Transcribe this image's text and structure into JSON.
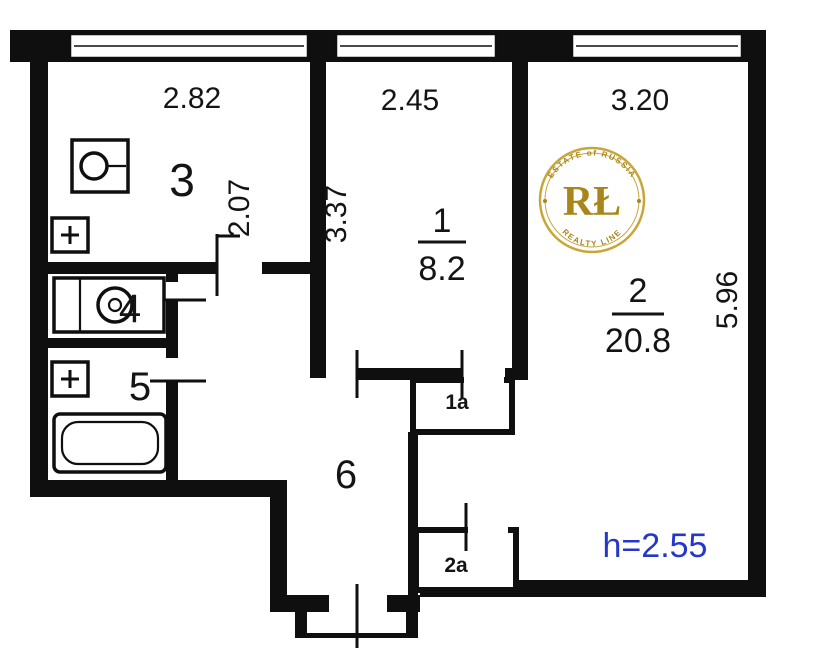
{
  "rooms": {
    "r1": {
      "number": "1",
      "area": "8.2"
    },
    "r2": {
      "number": "2",
      "area": "20.8"
    },
    "r3": {
      "number": "3"
    },
    "r4": {
      "number": "4"
    },
    "r5": {
      "number": "5"
    },
    "r6": {
      "number": "6"
    },
    "r1a": {
      "number": "1a"
    },
    "r2a": {
      "number": "2a"
    }
  },
  "dimensions": {
    "room3_width": "2.82",
    "room3_depth": "2.07",
    "room1_width": "2.45",
    "room1_depth": "3.37",
    "room2_width": "3.20",
    "room2_depth": "5.96"
  },
  "ceiling_height": "h=2.55",
  "watermark": {
    "monogram": "RŁ",
    "arc_top": "ESTATE of RUSSIA",
    "arc_bottom": "REALTY LINE"
  },
  "colors": {
    "wall": "#0f0f0f",
    "accent_blue": "#2437c8",
    "gold": "#a8861a",
    "gold_light": "#c8a63a"
  }
}
